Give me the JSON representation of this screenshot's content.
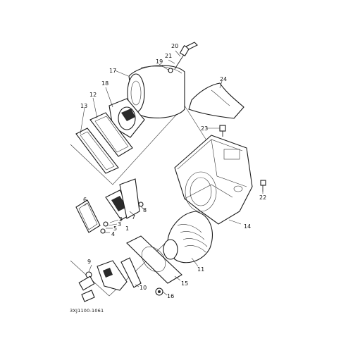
{
  "diagram": {
    "part_numbers": [
      "1",
      "2",
      "3",
      "4",
      "5",
      "6",
      "7",
      "8",
      "9",
      "10",
      "11",
      "12",
      "13",
      "14",
      "15",
      "16",
      "17",
      "18",
      "19",
      "20",
      "21",
      "22",
      "23",
      "24"
    ],
    "drawing_code": "3XJ1100-1061"
  }
}
